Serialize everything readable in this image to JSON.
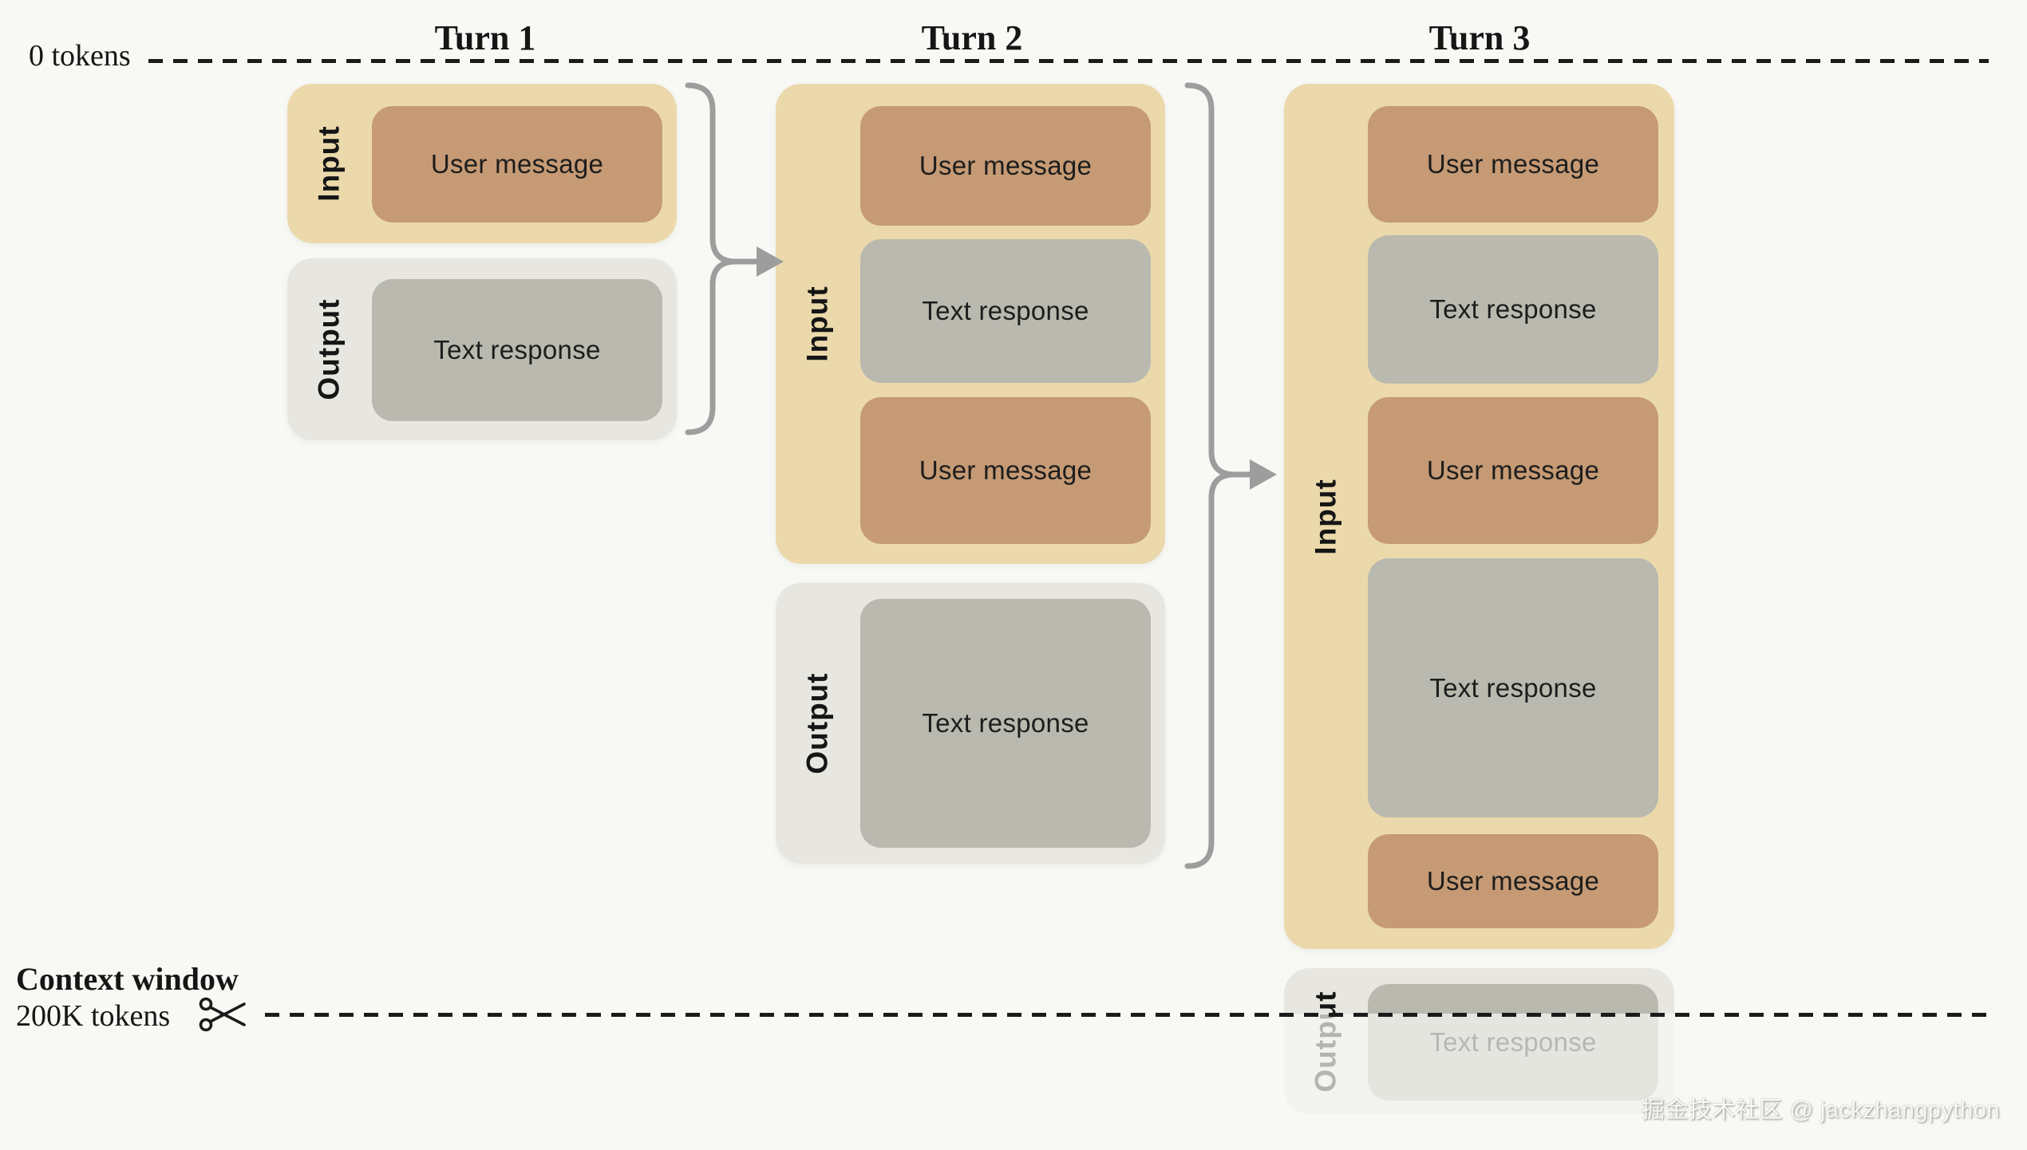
{
  "colors": {
    "background": "#f8f8f5",
    "input_container": "#ebd9ab",
    "user_message_box": "#c59a74",
    "text_response_box": "#bab9af",
    "output_container": "#e7e6e0",
    "dashed_line": "#1b1b1b",
    "bracket": "#9d9d9d",
    "text": "#1d1d1d"
  },
  "markers": {
    "start": {
      "label": "0 tokens"
    },
    "context_window": {
      "line1": "Context window",
      "line2": "200K tokens"
    }
  },
  "icons": {
    "scissors": "scissors-cut",
    "bracket_arrow": "brace-arrow-right"
  },
  "turns": [
    {
      "title": "Turn 1",
      "input": {
        "label": "Input",
        "items": [
          {
            "type": "user_message",
            "label": "User message"
          }
        ]
      },
      "output": {
        "label": "Output",
        "items": [
          {
            "type": "text_response",
            "label": "Text response"
          }
        ]
      }
    },
    {
      "title": "Turn 2",
      "input": {
        "label": "Input",
        "items": [
          {
            "type": "user_message",
            "label": "User message"
          },
          {
            "type": "text_response",
            "label": "Text response"
          },
          {
            "type": "user_message",
            "label": "User message"
          }
        ]
      },
      "output": {
        "label": "Output",
        "items": [
          {
            "type": "text_response",
            "label": "Text response"
          }
        ]
      }
    },
    {
      "title": "Turn 3",
      "input": {
        "label": "Input",
        "items": [
          {
            "type": "user_message",
            "label": "User message"
          },
          {
            "type": "text_response",
            "label": "Text response"
          },
          {
            "type": "user_message",
            "label": "User message"
          },
          {
            "type": "text_response",
            "label": "Text response"
          },
          {
            "type": "user_message",
            "label": "User message"
          }
        ]
      },
      "output": {
        "label": "Output",
        "truncated": true,
        "items": [
          {
            "type": "text_response",
            "label": "Text response"
          }
        ]
      }
    }
  ],
  "watermark": {
    "text": "掘金技术社区 @ jackzhangpython"
  }
}
